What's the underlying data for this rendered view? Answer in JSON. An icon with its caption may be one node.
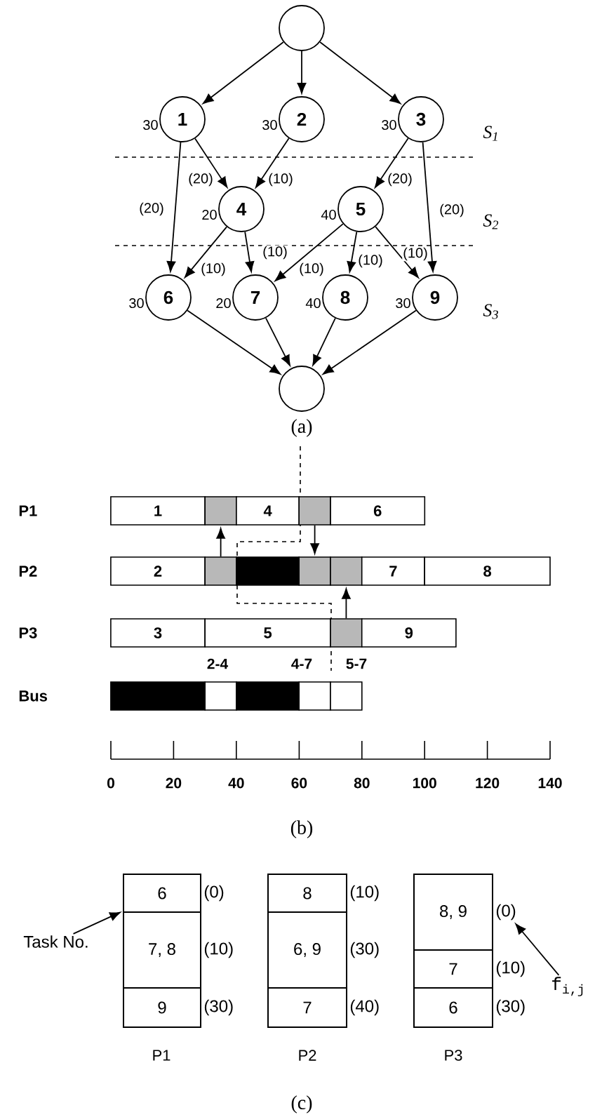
{
  "diagram": {
    "nodes": [
      {
        "text": [],
        "shape": "circle"
      },
      {
        "text": [
          "1"
        ],
        "beside": [
          "30"
        ]
      },
      {
        "text": [
          "2"
        ],
        "beside": [
          "30"
        ]
      },
      {
        "text": [
          "3"
        ],
        "beside": [
          "30"
        ]
      },
      {
        "text": [
          "4"
        ],
        "beside": [
          "20"
        ]
      },
      {
        "text": [
          "5"
        ],
        "beside": [
          "40"
        ]
      },
      {
        "text": [
          "6"
        ],
        "beside": [
          "30"
        ]
      },
      {
        "text": [
          "7"
        ],
        "beside": [
          "20"
        ]
      },
      {
        "text": [
          "8"
        ],
        "beside": [
          "40"
        ]
      },
      {
        "text": [
          "9"
        ],
        "beside": [
          "30"
        ]
      },
      {
        "text": [],
        "shape": "circle"
      },
      {
        "text": [
          "1"
        ]
      },
      {
        "text": [],
        "shape": "bar"
      },
      {
        "text": [
          "4"
        ]
      },
      {
        "text": [],
        "shape": "bar"
      },
      {
        "text": [
          "6"
        ]
      },
      {
        "text": [
          "2"
        ]
      },
      {
        "text": [],
        "shape": "bar"
      },
      {
        "text": [],
        "shape": "bar"
      },
      {
        "text": [],
        "shape": "bar"
      },
      {
        "text": [],
        "shape": "bar"
      },
      {
        "text": [
          "7"
        ]
      },
      {
        "text": [
          "8"
        ]
      },
      {
        "text": [
          "3"
        ]
      },
      {
        "text": [
          "5"
        ]
      },
      {
        "text": [],
        "shape": "bar"
      },
      {
        "text": [
          "9"
        ]
      },
      {
        "text": [],
        "shape": "bar"
      },
      {
        "text": [],
        "shape": "bar"
      },
      {
        "text": [],
        "shape": "bar"
      },
      {
        "text": [],
        "shape": "bar"
      },
      {
        "text": [],
        "shape": "bar"
      },
      {
        "text": [
          "Task No."
        ]
      },
      {
        "text": [
          "6"
        ],
        "beside": [
          "(0)"
        ]
      },
      {
        "text": [
          "7, 8"
        ],
        "beside": [
          "(10)"
        ]
      },
      {
        "text": [
          "9"
        ],
        "beside": [
          "(30)"
        ]
      },
      {
        "text": [
          "8"
        ],
        "beside": [
          "(10)"
        ]
      },
      {
        "text": [
          "6, 9"
        ],
        "beside": [
          "(30)"
        ]
      },
      {
        "text": [
          "7"
        ],
        "beside": [
          "(40)"
        ]
      },
      {
        "text": [
          "8, 9"
        ],
        "beside": [
          "(0)"
        ]
      },
      {
        "text": [
          "7"
        ],
        "beside": [
          "(10)"
        ]
      },
      {
        "text": [
          "6"
        ],
        "beside": [
          "(30)"
        ]
      },
      {
        "text": [
          "f$_{i,j}$"
        ]
      }
    ],
    "edges": [
      {
        "from": 0,
        "to": 1,
        "arrow": "to"
      },
      {
        "from": 0,
        "to": 2,
        "arrow": "to"
      },
      {
        "from": 0,
        "to": 3,
        "arrow": "to"
      },
      {
        "from": 1,
        "to": 6,
        "arrow": "to",
        "label": "(20)"
      },
      {
        "from": 1,
        "to": 4,
        "arrow": "to",
        "label": "(20)"
      },
      {
        "from": 2,
        "to": 4,
        "arrow": "to",
        "label": "(10)"
      },
      {
        "from": 3,
        "to": 5,
        "arrow": "to",
        "label": "(20)"
      },
      {
        "from": 3,
        "to": 9,
        "arrow": "to",
        "label": "(20)"
      },
      {
        "from": 4,
        "to": 6,
        "arrow": "to",
        "label": "(10)"
      },
      {
        "from": 4,
        "to": 7,
        "arrow": "to",
        "label": "(10)"
      },
      {
        "from": 5,
        "to": 7,
        "arrow": "to",
        "label": "(10)"
      },
      {
        "from": 5,
        "to": 8,
        "arrow": "to",
        "label": "(10)"
      },
      {
        "from": 5,
        "to": 9,
        "arrow": "to",
        "label": "(10)"
      },
      {
        "from": 6,
        "to": 10,
        "arrow": "to"
      },
      {
        "from": 7,
        "to": 10,
        "arrow": "to"
      },
      {
        "from": 8,
        "to": 10,
        "arrow": "to"
      },
      {
        "from": 9,
        "to": 10,
        "arrow": "to"
      },
      {
        "from": 17,
        "to": 12,
        "arrow": "to"
      },
      {
        "from": 14,
        "to": 19,
        "arrow": "to"
      },
      {
        "from": 25,
        "to": 20,
        "arrow": "to"
      },
      {
        "from": 32,
        "to": 33,
        "arrow": "to"
      },
      {
        "from": 42,
        "to": 39,
        "arrow": "to"
      }
    ],
    "labels": [
      "S$_{1}$",
      "S$_{2}$",
      "S$_{3}$",
      "(a)",
      "P1",
      "P2",
      "P3",
      "Bus",
      "2-4",
      "4-7",
      "5-7",
      "0",
      "20",
      "40",
      "60",
      "80",
      "100",
      "120",
      "140",
      "(b)",
      "P1",
      "P2",
      "P3",
      "(c)"
    ]
  }
}
